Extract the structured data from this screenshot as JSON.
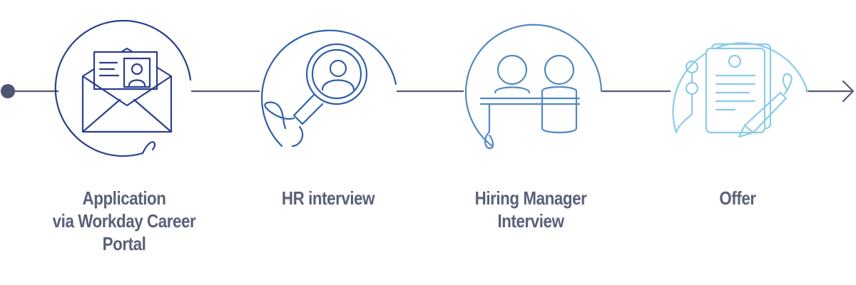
{
  "steps": [
    {
      "lines": [
        "Application",
        "via Workday Career",
        "Portal"
      ],
      "icon": "envelope-id-card-icon",
      "color": "#2a3f8f"
    },
    {
      "lines": [
        "HR interview"
      ],
      "icon": "magnifier-person-icon",
      "color": "#3060a8"
    },
    {
      "lines": [
        "Hiring Manager",
        "Interview"
      ],
      "icon": "two-people-desk-icon",
      "color": "#5088c4"
    },
    {
      "lines": [
        "Offer"
      ],
      "icon": "signed-document-icon",
      "color": "#8ccbe8"
    }
  ],
  "connector_color": "#555a70"
}
